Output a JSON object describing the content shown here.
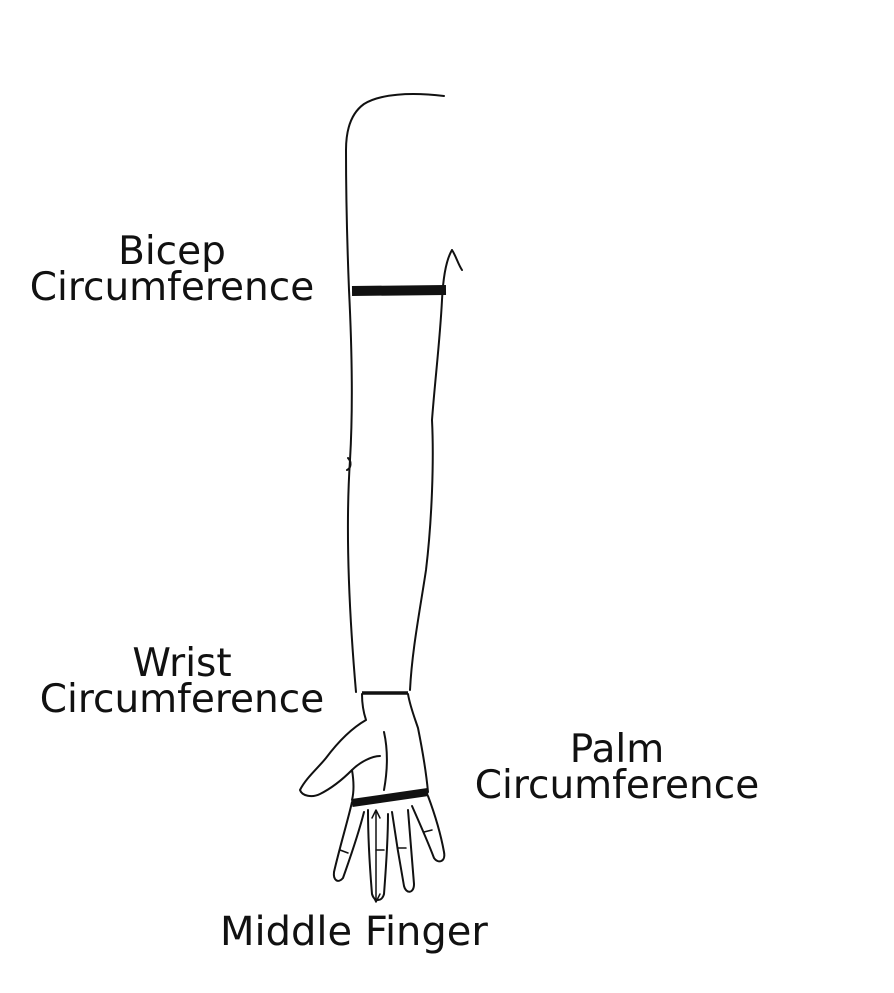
{
  "labels": {
    "bicep_line1": "Bicep",
    "bicep_line2": "Circumference",
    "wrist_line1": "Wrist",
    "wrist_line2": "Circumference",
    "palm_line1": "Palm",
    "palm_line2": "Circumference",
    "middle_finger": "Middle Finger"
  },
  "colors": {
    "background": "#ffffff",
    "ink": "#111111"
  }
}
